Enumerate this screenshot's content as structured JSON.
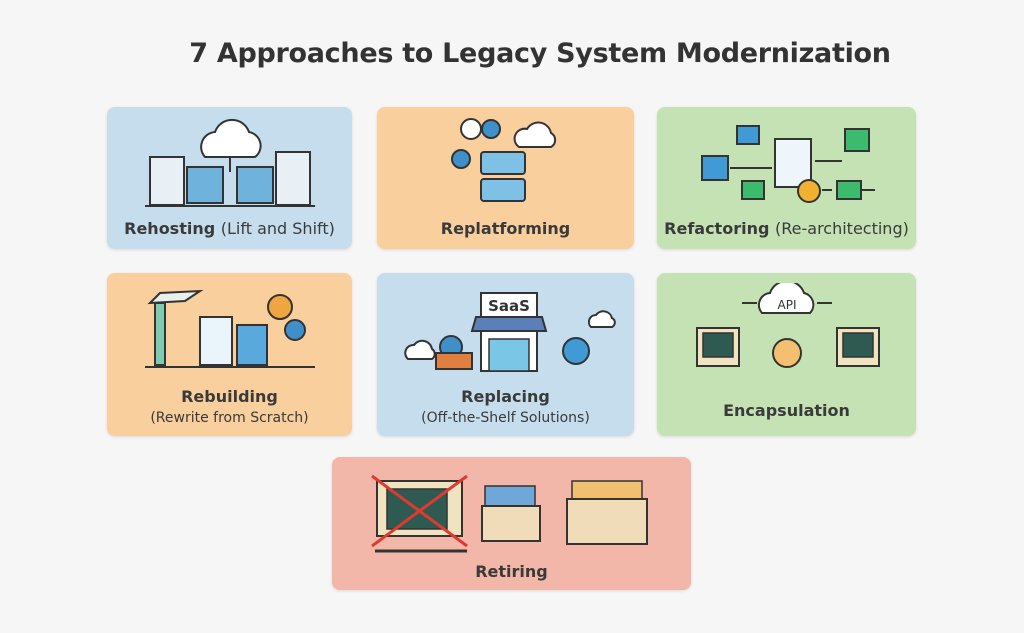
{
  "title": "7 Approaches to Legacy System Modernization",
  "cards": [
    {
      "name": "Rehosting",
      "sub": "(Lift and Shift)",
      "icon": "cloud-servers-icon",
      "color": "#c6dded"
    },
    {
      "name": "Replatforming",
      "sub": "",
      "icon": "cloud-gear-database-icon",
      "color": "#f8cf9d"
    },
    {
      "name": "Refactoring",
      "sub": "(Re-architecting)",
      "icon": "code-flow-icon",
      "color": "#c5e2b5"
    },
    {
      "name": "Rebuilding",
      "sub": "(Rewrite from Scratch)",
      "icon": "crane-building-icon",
      "color": "#f8cf9d"
    },
    {
      "name": "Replacing",
      "sub": "(Off-the-Shelf Solutions)",
      "icon": "saas-store-icon",
      "color": "#c6dded",
      "sign": "SaaS"
    },
    {
      "name": "Encapsulation",
      "sub": "",
      "icon": "api-cloud-computers-icon",
      "color": "#c5e2b5",
      "cloud_text": "API"
    },
    {
      "name": "Retiring",
      "sub": "",
      "icon": "crossed-computer-archive-icon",
      "color": "#f2b7a8"
    }
  ]
}
